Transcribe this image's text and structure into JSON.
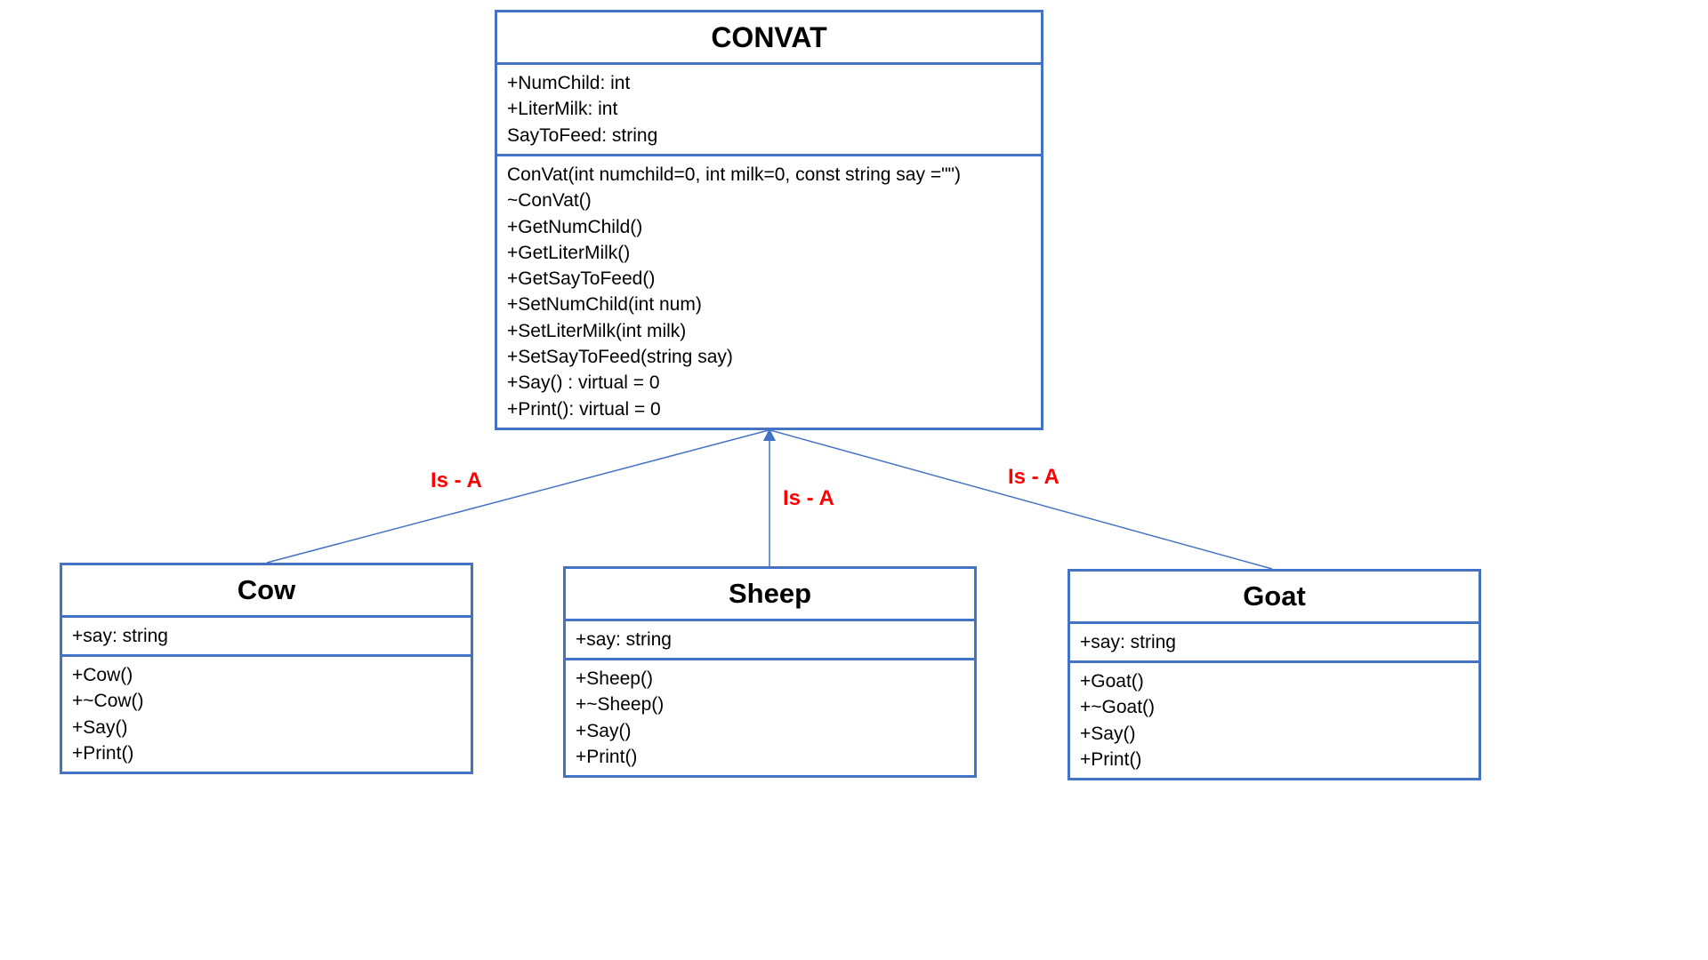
{
  "diagram": {
    "type": "uml-class-inheritance",
    "line_color": "#4472C4",
    "label_color": "#FF0000",
    "parent": {
      "name": "CONVAT",
      "attributes": [
        "+NumChild: int",
        "+LiterMilk: int",
        "SayToFeed: string"
      ],
      "methods": [
        "ConVat(int numchild=0, int milk=0, const string say =\"\")",
        "~ConVat()",
        "+GetNumChild()",
        "+GetLiterMilk()",
        "+GetSayToFeed()",
        "+SetNumChild(int num)",
        "+SetLiterMilk(int milk)",
        "+SetSayToFeed(string say)",
        "+Say() : virtual = 0",
        "+Print():  virtual = 0"
      ]
    },
    "children": [
      {
        "name": "Cow",
        "attributes": [
          "+say: string"
        ],
        "methods": [
          "+Cow()",
          "+~Cow()",
          "+Say()",
          "+Print()"
        ],
        "relation_label": "Is - A"
      },
      {
        "name": "Sheep",
        "attributes": [
          "+say: string"
        ],
        "methods": [
          "+Sheep()",
          "+~Sheep()",
          "+Say()",
          "+Print()"
        ],
        "relation_label": "Is - A"
      },
      {
        "name": "Goat",
        "attributes": [
          "+say: string"
        ],
        "methods": [
          "+Goat()",
          "+~Goat()",
          "+Say()",
          "+Print()"
        ],
        "relation_label": "Is - A"
      }
    ]
  }
}
